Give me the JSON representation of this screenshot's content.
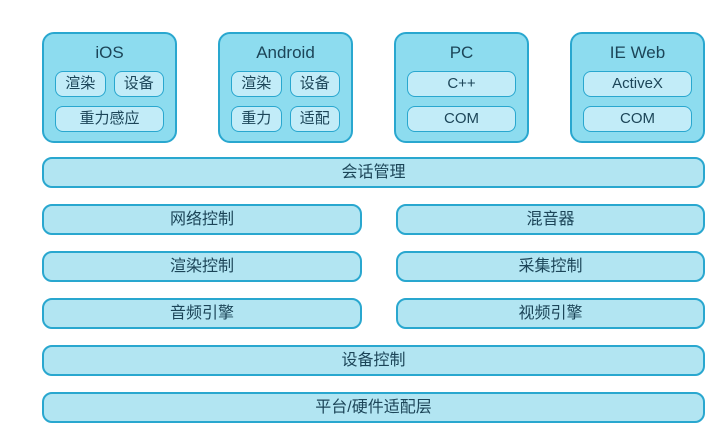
{
  "colors": {
    "page-bg": "#ffffff",
    "box-fill": "#8ddcef",
    "chip-fill": "#c2ecf8",
    "bar-fill": "#b2e5f2",
    "border": "#29a7cf",
    "text": "#1c4558"
  },
  "platforms": [
    {
      "title": "iOS",
      "rows": [
        [
          "渲染",
          "设备"
        ],
        [
          "重力感应"
        ]
      ]
    },
    {
      "title": "Android",
      "rows": [
        [
          "渲染",
          "设备"
        ],
        [
          "重力",
          "适配"
        ]
      ]
    },
    {
      "title": "PC",
      "rows": [
        [
          "C++"
        ],
        [
          "COM"
        ]
      ]
    },
    {
      "title": "IE Web",
      "rows": [
        [
          "ActiveX"
        ],
        [
          "COM"
        ]
      ]
    }
  ],
  "layers": [
    {
      "cells": [
        "会话管理"
      ]
    },
    {
      "cells": [
        "网络控制",
        "混音器"
      ]
    },
    {
      "cells": [
        "渲染控制",
        "采集控制"
      ]
    },
    {
      "cells": [
        "音频引擎",
        "视频引擎"
      ]
    },
    {
      "cells": [
        "设备控制"
      ]
    },
    {
      "cells": [
        "平台/硬件适配层"
      ]
    }
  ]
}
